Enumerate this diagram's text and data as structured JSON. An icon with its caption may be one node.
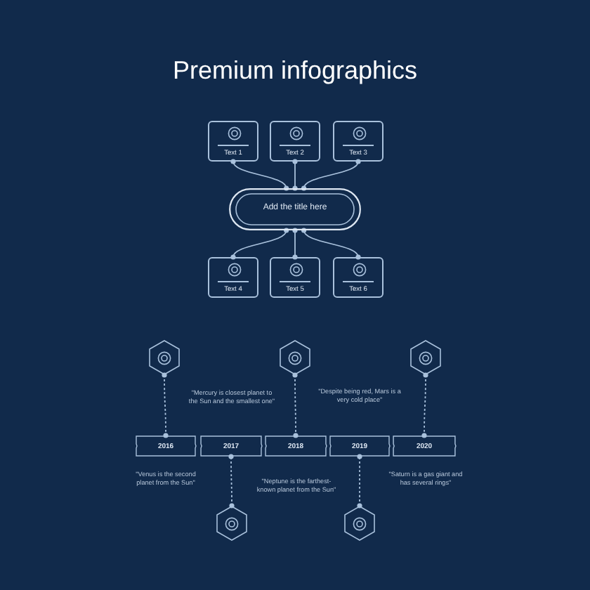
{
  "diagram": {
    "title": "Premium infographics",
    "nodes": [
      {
        "text": [
          "Text 1"
        ]
      },
      {
        "text": [
          "Text 2"
        ]
      },
      {
        "text": [
          "Text 3"
        ]
      },
      {
        "text": [
          "Add the title here"
        ]
      },
      {
        "text": [
          "Text 4"
        ]
      },
      {
        "text": [
          "Text 5"
        ]
      },
      {
        "text": [
          "Text 6"
        ]
      },
      {
        "text": [],
        "shape": "hexagon"
      },
      {
        "text": [],
        "shape": "hexagon"
      },
      {
        "text": [],
        "shape": "hexagon"
      },
      {
        "text": [
          "2016"
        ]
      },
      {
        "text": [
          "2017"
        ]
      },
      {
        "text": [
          "2018"
        ]
      },
      {
        "text": [
          "2019"
        ]
      },
      {
        "text": [
          "2020"
        ]
      },
      {
        "text": [],
        "shape": "hexagon"
      },
      {
        "text": [],
        "shape": "hexagon"
      }
    ],
    "edges": [
      {
        "from": 0,
        "to": 3,
        "arrow": "other"
      },
      {
        "from": 1,
        "to": 3,
        "arrow": "other"
      },
      {
        "from": 2,
        "to": 3,
        "arrow": "other"
      },
      {
        "from": 3,
        "to": 4,
        "arrow": "other"
      },
      {
        "from": 3,
        "to": 5,
        "arrow": "other"
      },
      {
        "from": 3,
        "to": 6,
        "arrow": "other"
      },
      {
        "from": 7,
        "to": 10,
        "arrow": "other",
        "style": "dashed"
      },
      {
        "from": 8,
        "to": 12,
        "arrow": "other",
        "style": "dashed"
      },
      {
        "from": 9,
        "to": 14,
        "arrow": "other",
        "style": "dashed"
      },
      {
        "from": 15,
        "to": 11,
        "arrow": "other",
        "style": "dashed"
      },
      {
        "from": 16,
        "to": 13,
        "arrow": "other",
        "style": "dashed"
      }
    ],
    "labels": [
      "\"Mercury is closest planet to the Sun and the smallest one\"",
      "\"Despite being red, Mars is a very cold place\"",
      "\"Venus is the second planet from the Sun\"",
      "\"Neptune is the farthest-known planet from the Sun\"",
      "\"Saturn is a gas giant and has several rings\""
    ]
  }
}
